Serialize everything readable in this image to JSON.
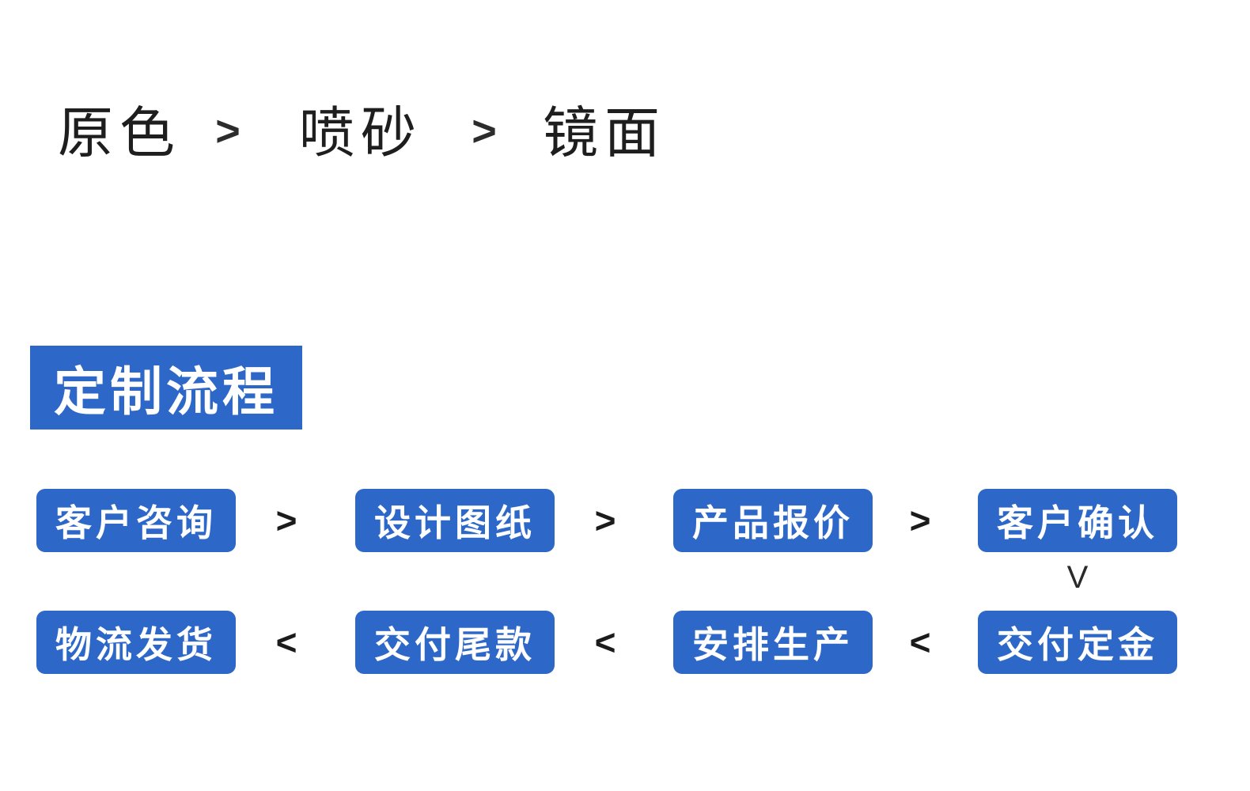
{
  "colors": {
    "primary_blue": "#2d68c9",
    "text_dark": "#1e1e1e",
    "arrow_dark": "#1b1b1b",
    "step_text_white": "#ffffff"
  },
  "finish_row": {
    "separator": ">",
    "items": [
      "原色",
      "喷砂",
      "镜面"
    ]
  },
  "section_header": {
    "title": "定制流程"
  },
  "flow": {
    "row1": {
      "arrow": ">",
      "steps": [
        "客户咨询",
        "设计图纸",
        "产品报价",
        "客户确认"
      ]
    },
    "connector_down": "V",
    "row2": {
      "arrow": "<",
      "steps": [
        "物流发货",
        "交付尾款",
        "安排生产",
        "交付定金"
      ]
    }
  }
}
